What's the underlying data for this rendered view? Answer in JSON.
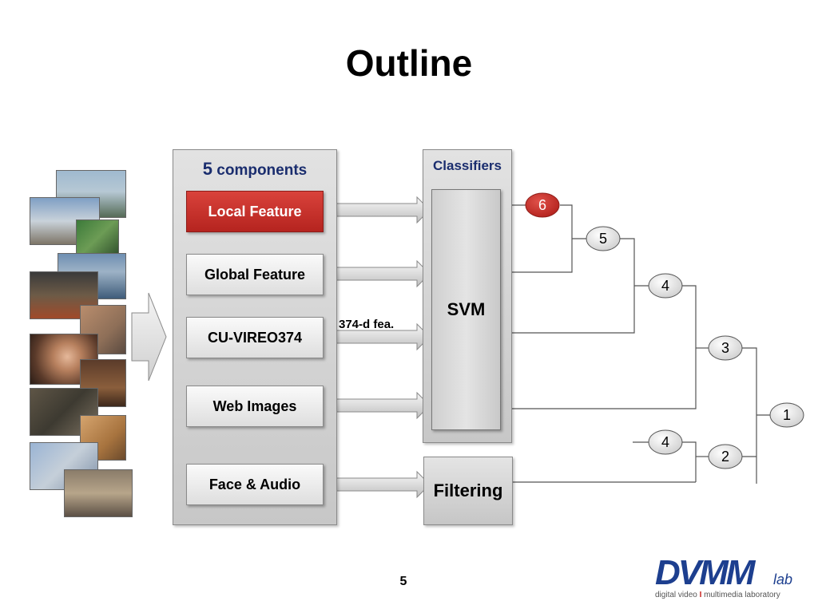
{
  "slide": {
    "title": "Outline",
    "page_number": "5"
  },
  "components_panel": {
    "header_num": "5",
    "header_text": "components",
    "items": [
      {
        "label": "Local Feature",
        "active": true
      },
      {
        "label": "Global Feature",
        "active": false
      },
      {
        "label": "CU-VIREO374",
        "active": false
      },
      {
        "label": "Web Images",
        "active": false
      },
      {
        "label": "Face & Audio",
        "active": false
      }
    ]
  },
  "feature_annotation": "374-d fea.",
  "classifiers_panel": {
    "header": "Classifiers",
    "svm_label": "SVM"
  },
  "filtering_label": "Filtering",
  "fusion_nodes": {
    "n6": "6",
    "n5": "5",
    "n4a": "4",
    "n3": "3",
    "n4b": "4",
    "n2": "2",
    "n1": "1"
  },
  "logo": {
    "main": "DVMM",
    "suffix": "lab",
    "sub_left": "digital video",
    "sub_sep": "I",
    "sub_right": "multimedia laboratory"
  },
  "colors": {
    "active_component": "#c62e28",
    "header_text": "#1a2d6e",
    "logo_blue": "#1d3f8f",
    "node_active": "#c62e28"
  }
}
